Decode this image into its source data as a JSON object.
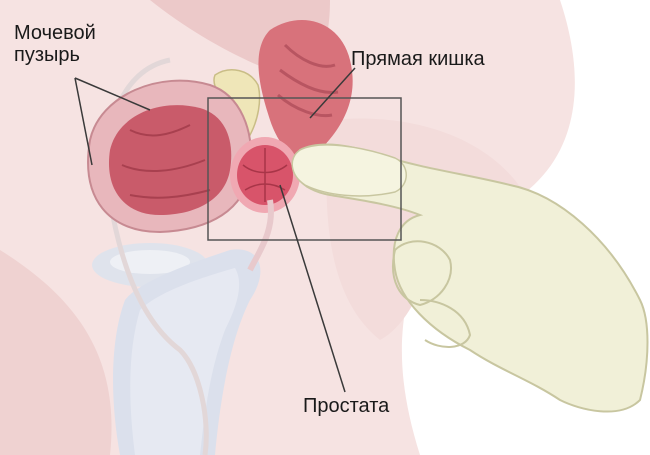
{
  "labels": {
    "bladder_line1": "Мочевой",
    "bladder_line2": "пузырь",
    "rectum": "Прямая кишка",
    "prostate": "Простата"
  },
  "colors": {
    "skin": "#f6e3e2",
    "skin_shadow": "#e9c6c5",
    "bladder_wall": "#e8b7bc",
    "bladder_inner": "#c95b6a",
    "rectum": "#d8727b",
    "prostate": "#d8546a",
    "glove": "#f1f0d8",
    "glove_shadow": "#c8c6a0",
    "bone": "#d9dde8",
    "leader_line": "#3a3a3a"
  }
}
